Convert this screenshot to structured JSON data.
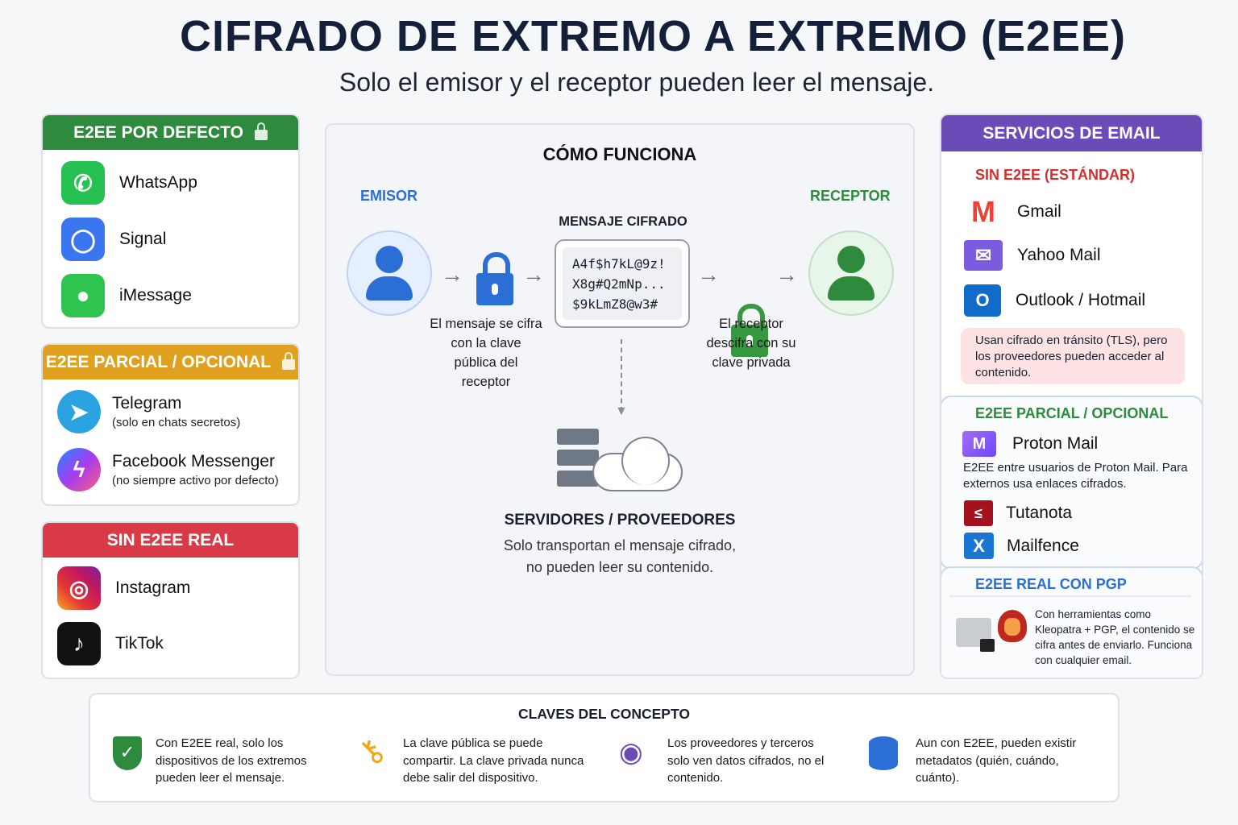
{
  "title": "CIFRADO DE EXTREMO A EXTREMO (E2EE)",
  "subtitle": "Solo el emisor y el receptor pueden leer el mensaje.",
  "left": {
    "default": {
      "header": "E2EE POR DEFECTO",
      "items": [
        {
          "name": "WhatsApp"
        },
        {
          "name": "Signal"
        },
        {
          "name": "iMessage"
        }
      ]
    },
    "partial": {
      "header": "E2EE PARCIAL / OPCIONAL",
      "items": [
        {
          "name": "Telegram",
          "note": "(solo en chats secretos)"
        },
        {
          "name": "Facebook Messenger",
          "note": "(no siempre activo por defecto)"
        }
      ]
    },
    "none": {
      "header": "SIN E2EE REAL",
      "items": [
        {
          "name": "Instagram"
        },
        {
          "name": "TikTok"
        }
      ]
    }
  },
  "center": {
    "title": "CÓMO FUNCIONA",
    "sender": "EMISOR",
    "receiver": "RECEPTOR",
    "cipher_label": "MENSAJE CIFRADO",
    "cipher_lines": [
      "A4f$h7kL@9z!",
      "X8g#Q2mNp...",
      "$9kLmZ8@w3#"
    ],
    "encrypt_text": "El mensaje se cifra con la clave pública del receptor",
    "decrypt_text": "El receptor descifra con su clave privada",
    "servers_title": "SERVIDORES / PROVEEDORES",
    "servers_text1": "Solo transportan el mensaje cifrado,",
    "servers_text2": "no pueden leer su contenido."
  },
  "email": {
    "header": "SERVICIOS DE EMAIL",
    "standard": {
      "title": "SIN E2EE (ESTÁNDAR)",
      "items": [
        "Gmail",
        "Yahoo Mail",
        "Outlook / Hotmail"
      ],
      "note": "Usan cifrado en tránsito (TLS), pero los proveedores pueden acceder al contenido."
    },
    "partial": {
      "title": "E2EE PARCIAL / OPCIONAL",
      "proton": "Proton Mail",
      "proton_note": "E2EE entre usuarios de Proton Mail. Para externos usa enlaces cifrados.",
      "items": [
        "Tutanota",
        "Mailfence"
      ]
    },
    "pgp": {
      "title": "E2EE REAL CON PGP",
      "text": "Con herramientas como Kleopatra + PGP, el contenido se cifra antes de enviarlo. Funciona con cualquier email."
    }
  },
  "footer": {
    "title": "CLAVES DEL CONCEPTO",
    "items": [
      {
        "icon": "shield-check",
        "text": "Con E2EE real, solo los dispositivos de los extremos pueden leer el mensaje."
      },
      {
        "icon": "key",
        "text": "La clave pública se puede compartir. La clave privada nunca debe salir del dispositivo."
      },
      {
        "icon": "eye-off",
        "text": "Los proveedores y terceros solo ven datos cifrados, no el contenido."
      },
      {
        "icon": "database",
        "text": "Aun con E2EE, pueden existir metadatos (quién, cuándo, cuánto)."
      }
    ]
  },
  "colors": {
    "green": "#2e8b3e",
    "orange": "#e0a020",
    "red": "#d93a45",
    "purple": "#6a4bb8",
    "blue": "#2b6fd6"
  }
}
